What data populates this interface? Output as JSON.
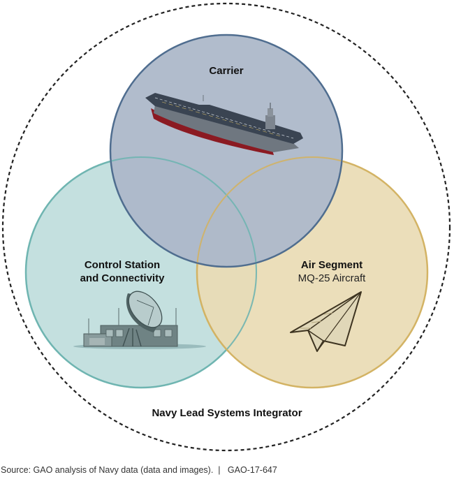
{
  "diagram": {
    "outer_group": {
      "label": "Navy Lead Systems Integrator",
      "border_color": "#222222"
    },
    "circles": [
      {
        "id": "carrier",
        "title": "Carrier",
        "subtitle": "",
        "icon": "aircraft-carrier-icon",
        "fill": "#a5b3c6",
        "stroke": "#4f6d8f"
      },
      {
        "id": "control-station",
        "title_line1": "Control Station",
        "title_line2": "and Connectivity",
        "icon": "satellite-dish-ground-station-icon",
        "fill": "#b9dcdb",
        "stroke": "#6fb5b1"
      },
      {
        "id": "air-segment",
        "title": "Air Segment",
        "subtitle": "MQ-25 Aircraft",
        "icon": "paper-airplane-icon",
        "fill": "#e7d8b0",
        "stroke": "#d3b263"
      }
    ]
  },
  "footer": {
    "source_text": "Source: GAO analysis of Navy data (data and images).  |   GAO-17-647"
  }
}
